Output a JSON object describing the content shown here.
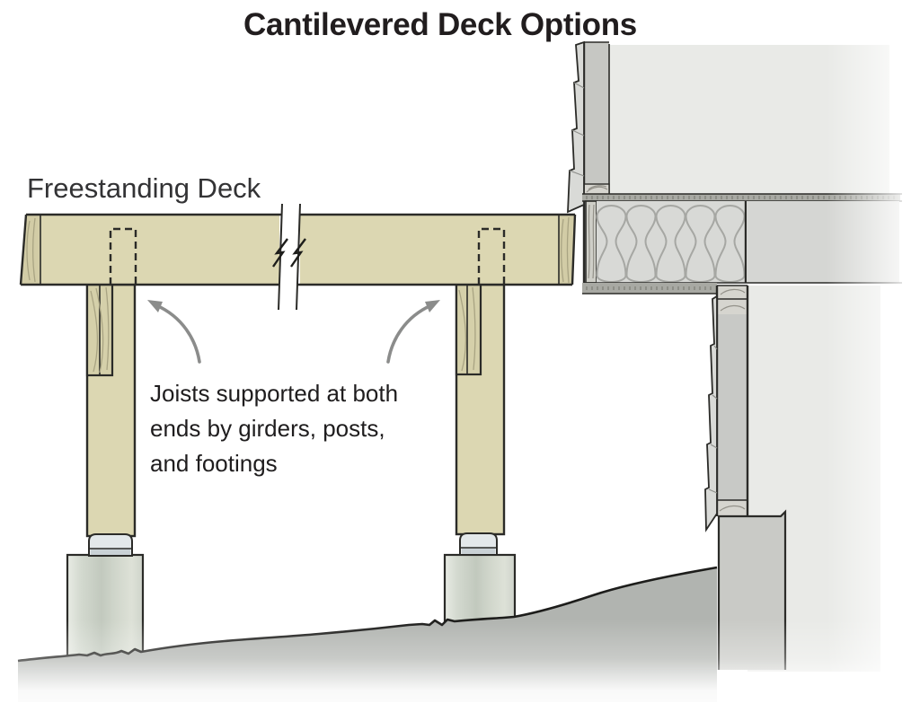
{
  "title": "Cantilevered Deck Options",
  "diagram": {
    "label_freestanding": "Freestanding Deck",
    "annotation_text": "Joists supported at both\nends by girders, posts,\nand footings"
  },
  "colors": {
    "text": "#211d1e",
    "wood_beam": "#dcd7b2",
    "wood_end_grain": "#d2cca6",
    "wood_grain_line": "#a9a483",
    "outline": "#2b2b28",
    "arrow": "#8b8c8b",
    "pier_concrete": "#c6cdc2",
    "post_base_bracket": "#e3e8ea",
    "ground": "#b1b4b0",
    "house_interior": "#e9eae7",
    "wall_sheathing": "#c6c7c3",
    "siding": "#d9dad7",
    "plate_wood": "#d6d5cf",
    "subfloor_band": "#a8a9a3",
    "insulation_bg": "#d8d9d6",
    "insulation_line": "#a6a7a3",
    "joist_band": "#d5d6d3",
    "basement_wall": "#c8c9c6",
    "foundation": "#c9cac6"
  }
}
